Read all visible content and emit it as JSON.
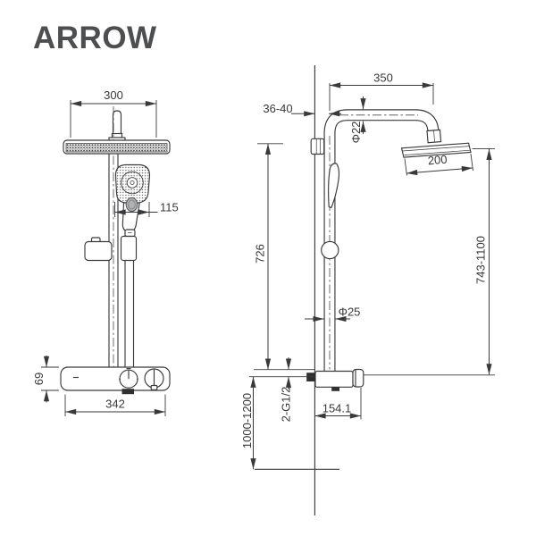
{
  "brand": "ARROW",
  "drawing": {
    "front_view": {
      "overhead_width": "300",
      "handshower_width": "115",
      "valve_height": "69",
      "valve_width": "342"
    },
    "side_view": {
      "arm_length": "350",
      "wall_clearance": "36-40",
      "arm_diameter": "Φ22",
      "head_size": "200",
      "riser_length": "726",
      "head_height_range": "743-1100",
      "riser_diameter": "Φ25",
      "inlet_thread": "2-G1/2",
      "valve_depth": "154.1",
      "install_height": "1000-1200"
    }
  }
}
